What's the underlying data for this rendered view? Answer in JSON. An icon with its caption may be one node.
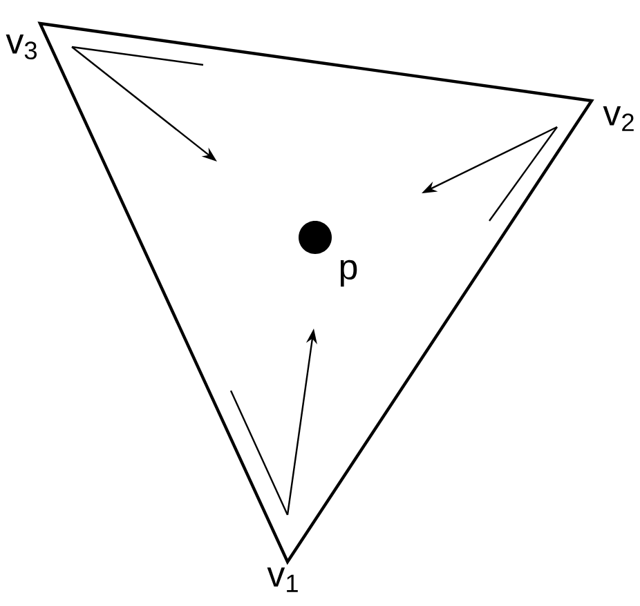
{
  "diagram": {
    "labels": [
      "v$_{3}$",
      "v$_{2}$",
      "p",
      "v$_{1}$"
    ]
  }
}
